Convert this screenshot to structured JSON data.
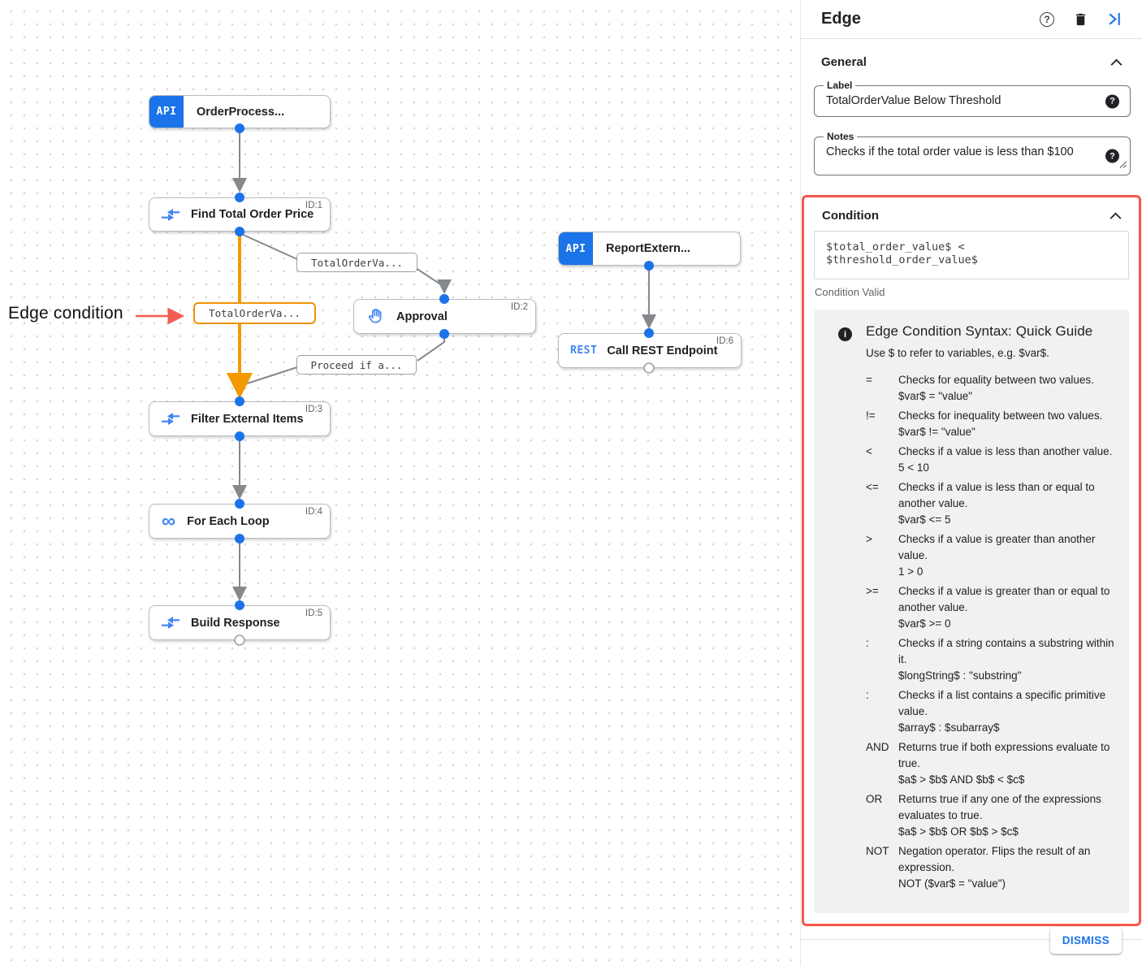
{
  "icons": {
    "help": "?",
    "info": "i",
    "loop_infinity": "∞"
  },
  "canvas": {
    "annotation": {
      "text": "Edge condition"
    },
    "nodes": [
      {
        "badge": "API",
        "title": "OrderProcess...",
        "id": ""
      },
      {
        "badge": "",
        "title": "Find Total Order Price",
        "id": "ID:1"
      },
      {
        "badge": "API",
        "title": "ReportExtern...",
        "id": ""
      },
      {
        "badge": "",
        "title": "Approval",
        "id": "ID:2"
      },
      {
        "badge": "REST",
        "title": "Call REST Endpoint",
        "id": "ID:6"
      },
      {
        "badge": "",
        "title": "Filter External Items",
        "id": "ID:3"
      },
      {
        "badge": "",
        "title": "For Each Loop",
        "id": "ID:4"
      },
      {
        "badge": "",
        "title": "Build Response",
        "id": "ID:5"
      }
    ],
    "edge_labels": [
      {
        "text": "TotalOrderVa..."
      },
      {
        "text": "TotalOrderVa..."
      },
      {
        "text": "Proceed if a..."
      }
    ],
    "colors": {
      "edge_gray": "#85898d",
      "edge_selected": "#f29900",
      "annotation_arrow": "#f55c4f",
      "connector_blue": "#1a73e8"
    }
  },
  "panel": {
    "title": "Edge",
    "general": {
      "section_label": "General",
      "label_field": {
        "label": "Label",
        "value": "TotalOrderValue Below Threshold"
      },
      "notes_field": {
        "label": "Notes",
        "value": "Checks if the total order value is less than $100"
      }
    },
    "condition": {
      "section_label": "Condition",
      "expression": "$total_order_value$ < $threshold_order_value$",
      "status": "Condition Valid",
      "highlight_color": "#f4564a",
      "guide": {
        "title": "Edge Condition Syntax: Quick Guide",
        "intro": "Use $ to refer to variables, e.g. $var$.",
        "operators": [
          {
            "op": "=",
            "desc": "Checks for equality between two values.",
            "example": "$var$ = \"value\""
          },
          {
            "op": "!=",
            "desc": "Checks for inequality between two values.",
            "example": "$var$ != \"value\""
          },
          {
            "op": "<",
            "desc": "Checks if a value is less than another value.",
            "example": "5 < 10"
          },
          {
            "op": "<=",
            "desc": "Checks if a value is less than or equal to another value.",
            "example": "$var$ <= 5"
          },
          {
            "op": ">",
            "desc": "Checks if a value is greater than another value.",
            "example": "1 > 0"
          },
          {
            "op": ">=",
            "desc": "Checks if a value is greater than or equal to another value.",
            "example": "$var$ >= 0"
          },
          {
            "op": ":",
            "desc": "Checks if a string contains a substring within it.",
            "example": "$longString$ : \"substring\""
          },
          {
            "op": ":",
            "desc": "Checks if a list contains a specific primitive value.",
            "example": "$array$ : $subarray$"
          },
          {
            "op": "AND",
            "desc": "Returns true if both expressions evaluate to true.",
            "example": "$a$ > $b$ AND $b$ < $c$"
          },
          {
            "op": "OR",
            "desc": "Returns true if any one of the expressions evaluates to true.",
            "example": "$a$ > $b$ OR $b$ > $c$"
          },
          {
            "op": "NOT",
            "desc": "Negation operator. Flips the result of an expression.",
            "example": "NOT ($var$ = \"value\")"
          }
        ]
      }
    },
    "dismiss_label": "DISMISS"
  }
}
